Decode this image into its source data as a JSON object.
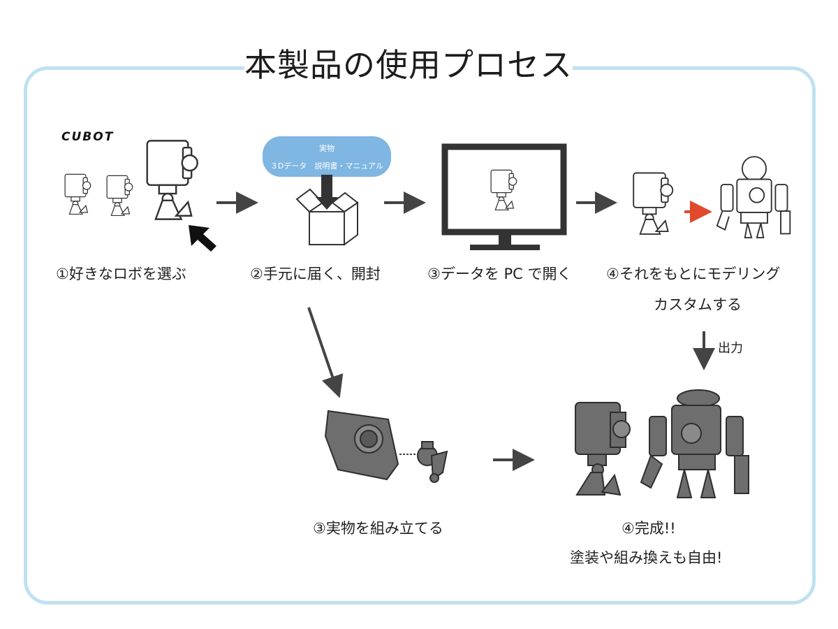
{
  "title": "本製品の使用プロセス",
  "logo": "CUBOT",
  "bubble": {
    "line1": "実物",
    "line2": "３Dデータ　説明書・マニュアル"
  },
  "steps": {
    "s1": "①好きなロボを選ぶ",
    "s2": "②手元に届く、開封",
    "s3": "③データを PC で開く",
    "s4_line1": "④それをもとにモデリング",
    "s4_line2": "カスタムする",
    "output": "出力",
    "s3b": "③実物を組み立てる",
    "s4b_line1": "④完成!!",
    "s4b_line2": "塗装や組み換えも自由!"
  },
  "colors": {
    "frame": "#bfe1f1",
    "bubble": "#7fb6e2",
    "arrow": "#444444",
    "accent_arrow": "#e0492b",
    "render_gray": "#6e6e6e"
  }
}
